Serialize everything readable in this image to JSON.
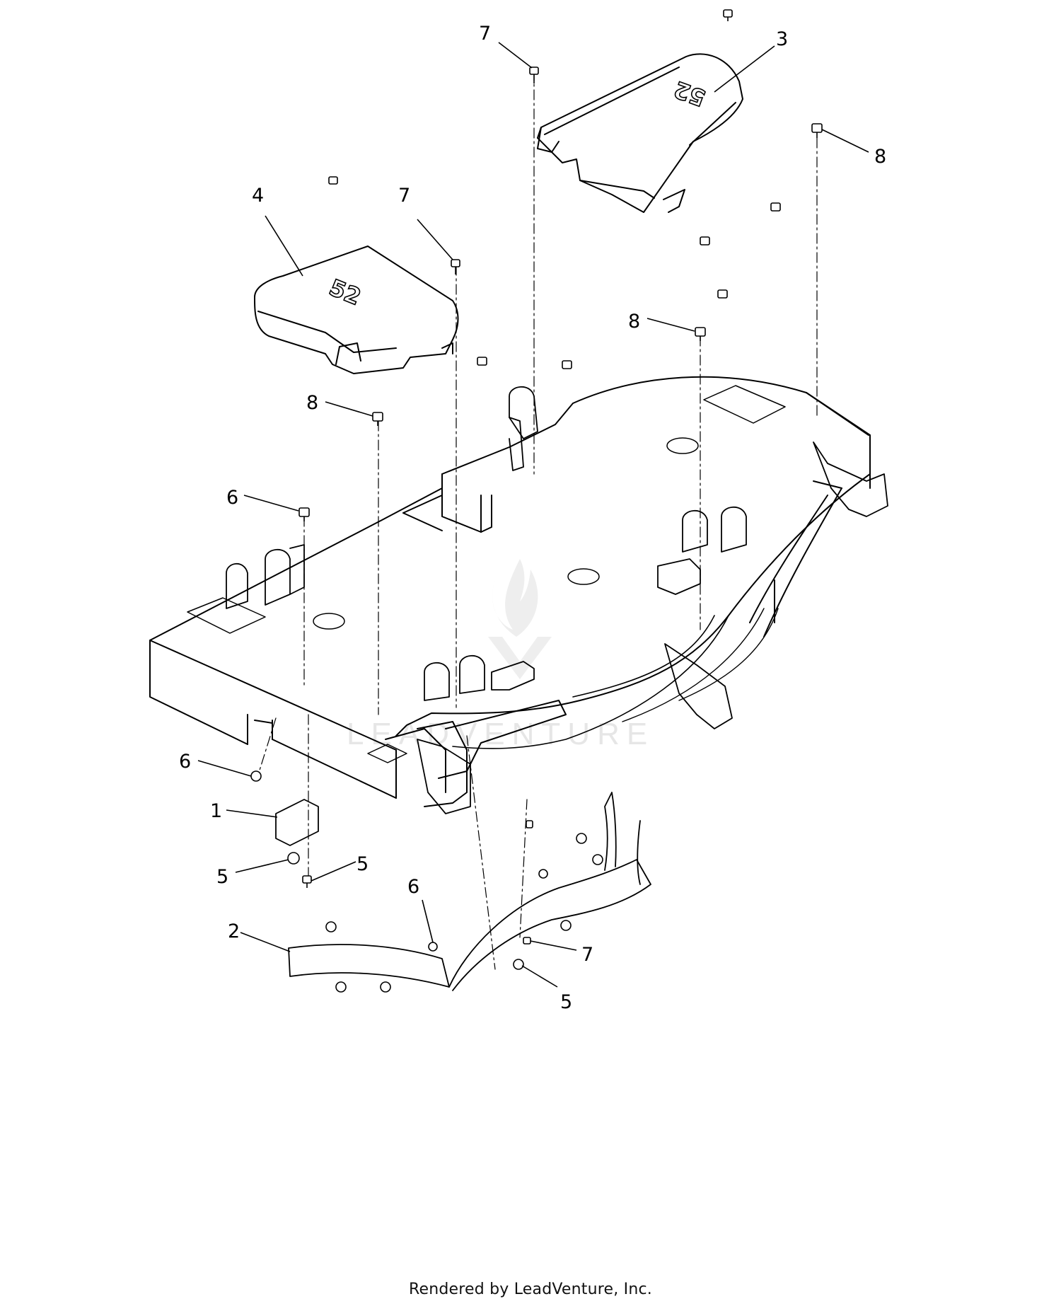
{
  "diagram": {
    "callouts": [
      {
        "id": "c7a",
        "label": "7"
      },
      {
        "id": "c3",
        "label": "3"
      },
      {
        "id": "c8a",
        "label": "8"
      },
      {
        "id": "c4",
        "label": "4"
      },
      {
        "id": "c7b",
        "label": "7"
      },
      {
        "id": "c8b",
        "label": "8"
      },
      {
        "id": "c8c",
        "label": "8"
      },
      {
        "id": "c6a",
        "label": "6"
      },
      {
        "id": "c6b",
        "label": "6"
      },
      {
        "id": "c1",
        "label": "1"
      },
      {
        "id": "c5a",
        "label": "5"
      },
      {
        "id": "c5b",
        "label": "5"
      },
      {
        "id": "c6c",
        "label": "6"
      },
      {
        "id": "c2",
        "label": "2"
      },
      {
        "id": "c7c",
        "label": "7"
      },
      {
        "id": "c5c",
        "label": "5"
      }
    ],
    "cover_marking": "52",
    "watermark": "LEADVENTURE"
  },
  "footer": {
    "text": "Rendered by LeadVenture, Inc."
  }
}
